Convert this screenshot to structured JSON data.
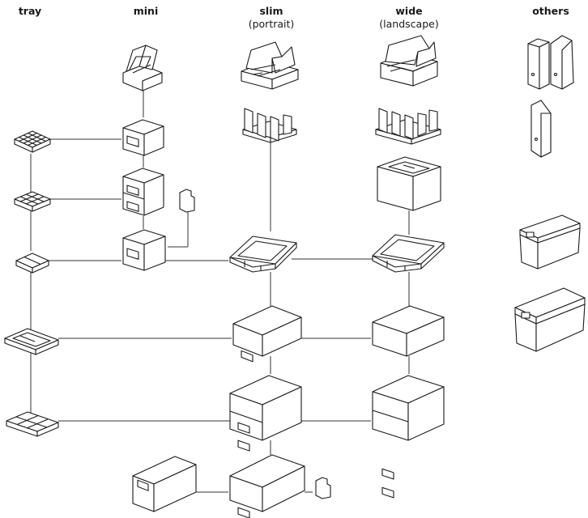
{
  "columns": [
    {
      "key": "tray",
      "title": "tray",
      "subtitle": ""
    },
    {
      "key": "mini",
      "title": "mini",
      "subtitle": ""
    },
    {
      "key": "slim",
      "title": "slim",
      "subtitle": "(portrait)"
    },
    {
      "key": "wide",
      "title": "wide",
      "subtitle": "(landscape)"
    },
    {
      "key": "others",
      "title": "others",
      "subtitle": ""
    }
  ],
  "products": [
    {
      "name": "tray-16-compartment",
      "kind": "tray"
    },
    {
      "name": "tray-9-compartment",
      "kind": "tray"
    },
    {
      "name": "tray-2-compartment",
      "kind": "tray"
    },
    {
      "name": "tray-pen-long",
      "kind": "tray"
    },
    {
      "name": "tray-6-compartment",
      "kind": "tray"
    },
    {
      "name": "mini-desk-organizer",
      "kind": "organizer"
    },
    {
      "name": "mini-1-drawer",
      "kind": "drawer"
    },
    {
      "name": "mini-2-drawer",
      "kind": "drawer"
    },
    {
      "name": "mini-cube-drawer",
      "kind": "drawer"
    },
    {
      "name": "mini-divider-card",
      "kind": "divider"
    },
    {
      "name": "slim-desk-organizer",
      "kind": "organizer"
    },
    {
      "name": "slim-file-sorter",
      "kind": "sorter"
    },
    {
      "name": "slim-letter-tray",
      "kind": "letter-tray"
    },
    {
      "name": "slim-1-drawer",
      "kind": "drawer"
    },
    {
      "name": "slim-2-drawer",
      "kind": "drawer"
    },
    {
      "name": "slim-deep-drawer",
      "kind": "drawer"
    },
    {
      "name": "slim-deep-drawer-long",
      "kind": "drawer"
    },
    {
      "name": "slim-divider-card",
      "kind": "divider"
    },
    {
      "name": "wide-desk-organizer",
      "kind": "organizer"
    },
    {
      "name": "wide-file-sorter",
      "kind": "sorter"
    },
    {
      "name": "wide-storage-box",
      "kind": "box"
    },
    {
      "name": "wide-letter-tray",
      "kind": "letter-tray"
    },
    {
      "name": "wide-1-drawer",
      "kind": "drawer"
    },
    {
      "name": "wide-2-drawer",
      "kind": "drawer"
    },
    {
      "name": "magazine-file-double",
      "kind": "magazine-file"
    },
    {
      "name": "magazine-file-single",
      "kind": "magazine-file"
    },
    {
      "name": "index-card-box-small",
      "kind": "card-box"
    },
    {
      "name": "index-card-box-large",
      "kind": "card-box"
    }
  ]
}
